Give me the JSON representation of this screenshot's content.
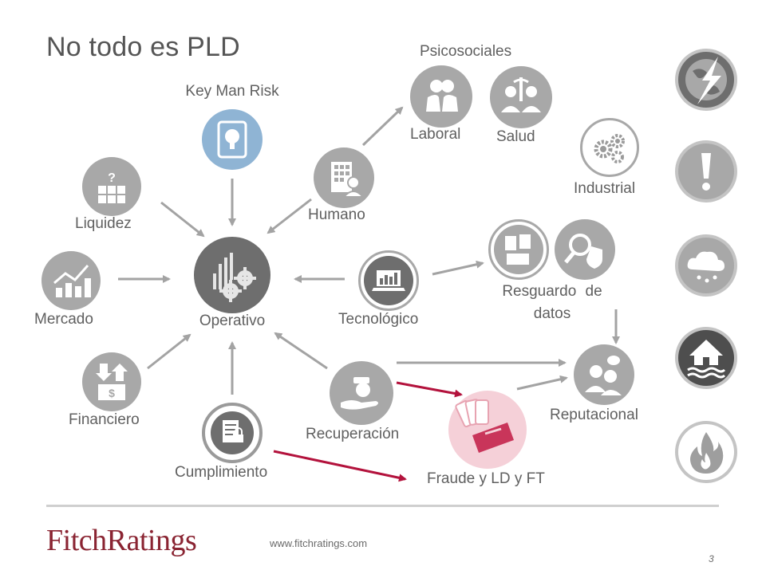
{
  "title": "No todo es PLD",
  "nodes": {
    "operativo": "Operativo",
    "key_man": "Key Man Risk",
    "liquidez": "Liquidez",
    "mercado": "Mercado",
    "financiero": "Financiero",
    "cumplimiento": "Cumplimiento",
    "recuperacion": "Recuperación",
    "tecnologico": "Tecnológico",
    "humano": "Humano",
    "psicosociales": "Psicosociales",
    "laboral": "Laboral",
    "salud": "Salud",
    "industrial": "Industrial",
    "resguardo": "Resguardo de datos",
    "reputacional": "Reputacional",
    "fraude": "Fraude y LD y FT"
  },
  "footer": {
    "brand_a": "Fitch",
    "brand_b": "Ratings",
    "url": "www.fitchratings.com",
    "page": "3"
  },
  "colors": {
    "node_gray": "#a8a8a8",
    "node_dark": "#6e6e6e",
    "key_man_blue": "#8fb4d4",
    "arrow_gray": "#a3a3a3",
    "arrow_red": "#b3123c",
    "fraud_pink": "#e7a3b1",
    "brand_red": "#8a2432"
  },
  "side_icons": [
    "globe-lightning-icon",
    "exclamation-icon",
    "rain-cloud-icon",
    "flood-house-icon",
    "fire-icon"
  ]
}
